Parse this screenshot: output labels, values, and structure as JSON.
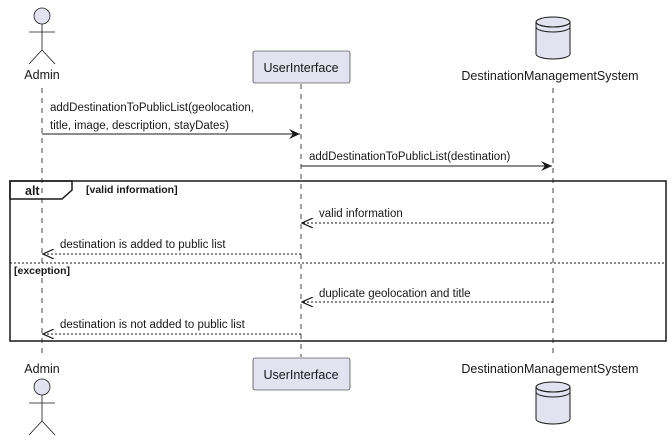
{
  "participants": {
    "admin": "Admin",
    "ui": "UserInterface",
    "dms": "DestinationManagementSystem"
  },
  "messages": [
    {
      "line1": "addDestinationToPublicList(geolocation,",
      "line2": "title, image, description, stayDates)"
    },
    {
      "line1": "addDestinationToPublicList(destination)"
    },
    {
      "line1": "valid information"
    },
    {
      "line1": "destination is added to public list"
    },
    {
      "line1": "duplicate geolocation and title"
    },
    {
      "line1": "destination is not added to public list"
    }
  ],
  "fragment": {
    "keyword": "alt",
    "guard1": "[valid information]",
    "guard2": "[exception]"
  },
  "colors": {
    "participant_fill": "#E2E2F0",
    "stroke": "#181818",
    "lifeline": "#181818"
  }
}
